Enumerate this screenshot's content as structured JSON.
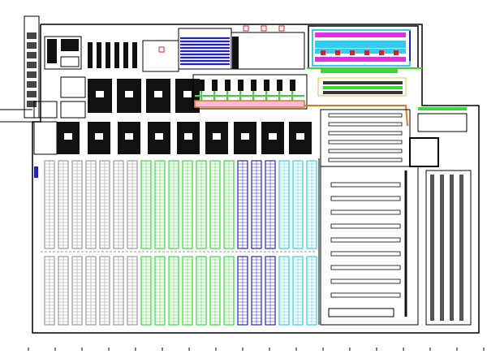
{
  "diagram": {
    "type": "warehouse-floor-plan",
    "colors": {
      "wall": "#000000",
      "rack_gray": "#9a9a9a",
      "rack_green": "#33dd33",
      "rack_blue": "#2222cc",
      "rack_cyan": "#33ccee",
      "magenta": "#dd33dd",
      "orange": "#e07820",
      "accent_red": "#e02020",
      "yellow": "#e8c040",
      "block": "#111111"
    },
    "main_rack_zones": [
      {
        "name": "gray-zone",
        "color": "rack_gray",
        "columns": 7
      },
      {
        "name": "green-zone",
        "color": "rack_green",
        "columns": 7
      },
      {
        "name": "blue-zone",
        "color": "rack_blue",
        "columns": 3
      },
      {
        "name": "cyan-zone",
        "color": "rack_cyan",
        "columns": 3
      }
    ],
    "upper_block_count": 4,
    "lower_block_count": 9,
    "top_rack_bars": 6,
    "right_rack_rows": 6,
    "lower_right_rack_rows": 9
  }
}
